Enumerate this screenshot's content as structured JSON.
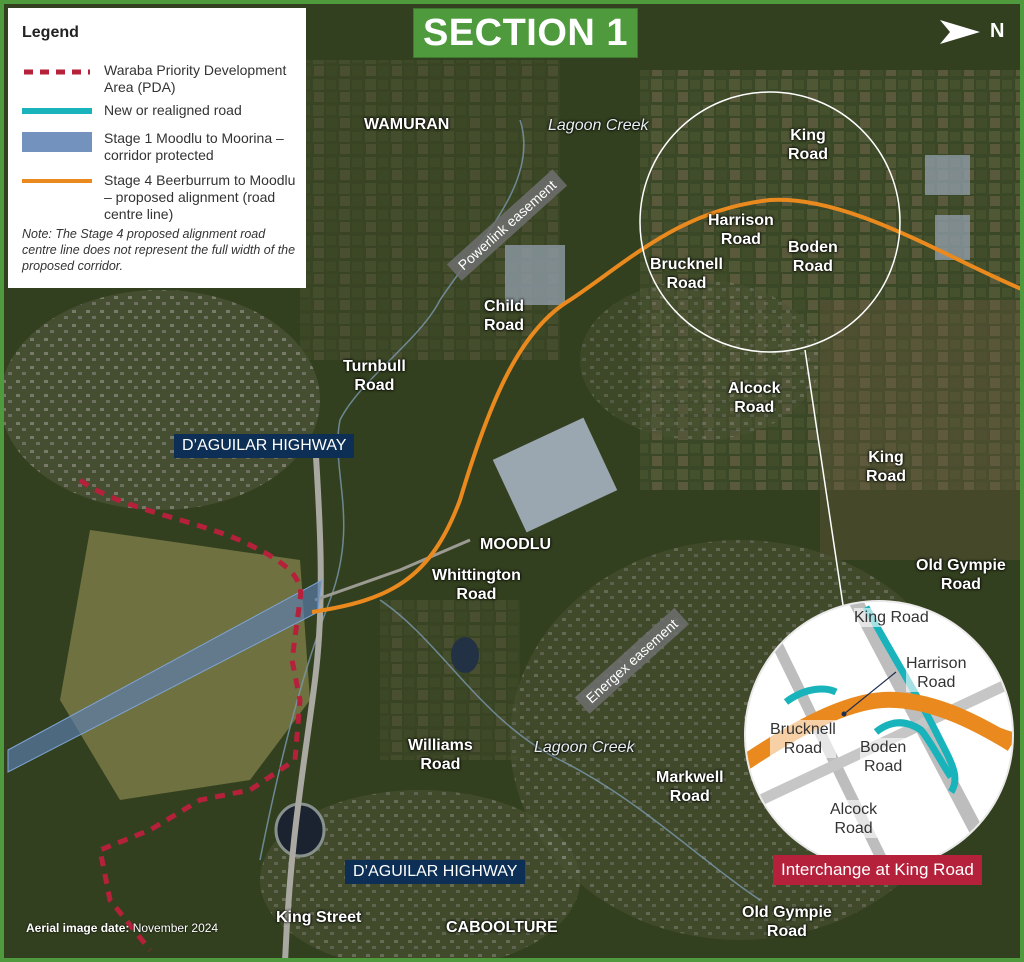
{
  "title": "SECTION 1",
  "north_label": "N",
  "legend": {
    "heading": "Legend",
    "items": [
      {
        "text": "Waraba Priority Development Area (PDA)",
        "symbol": "red-dashed-line-icon",
        "color": "#b5213b"
      },
      {
        "text": "New or realigned road",
        "symbol": "teal-line-icon",
        "color": "#19b3bb"
      },
      {
        "text": "Stage 1 Moodlu to Moorina – corridor protected",
        "symbol": "blue-band-icon",
        "color": "#5b80b3"
      },
      {
        "text": "Stage 4 Beerburrum to Moodlu – proposed alignment (road centre line)",
        "symbol": "orange-line-icon",
        "color": "#ea8a1e"
      }
    ],
    "note": "Note: The Stage 4 proposed alignment road centre line does not represent the full width of the proposed corridor."
  },
  "places": {
    "wamuran": "WAMURAN",
    "lagoon_creek_north": "Lagoon Creek",
    "king_road_north": "King\nRoad",
    "harrison_road": "Harrison\nRoad",
    "boden_road": "Boden\nRoad",
    "brucknell_road": "Brucknell\nRoad",
    "child_road": "Child\nRoad",
    "turnbull_road": "Turnbull\nRoad",
    "alcock_road": "Alcock\nRoad",
    "king_road_east": "King\nRoad",
    "moodlu": "MOODLU",
    "whittington_road": "Whittington\nRoad",
    "old_gympie_road_east": "Old Gympie\nRoad",
    "williams_road": "Williams\nRoad",
    "lagoon_creek_south": "Lagoon Creek",
    "markwell_road": "Markwell\nRoad",
    "king_street": "King Street",
    "caboolture": "CABOOLTURE",
    "old_gympie_road_south": "Old Gympie\nRoad"
  },
  "highways": {
    "north": "D’AGUILAR HIGHWAY",
    "south": "D’AGUILAR HIGHWAY"
  },
  "easements": {
    "powerlink": "Powerlink easement",
    "energex": "Energex easement"
  },
  "inset": {
    "king_road": "King Road",
    "harrison_road": "Harrison\nRoad",
    "brucknell_road": "Brucknell\nRoad",
    "boden_road": "Boden\nRoad",
    "alcock_road": "Alcock\nRoad",
    "caption": "Interchange at King Road"
  },
  "aerial": {
    "label": "Aerial image date:",
    "value": "November 2024"
  },
  "colors": {
    "frame": "#4e9a3c",
    "pda": "#b5213b",
    "new_road": "#19b3bb",
    "stage1": "#5b80b3",
    "stage4": "#ea8a1e",
    "highway_label": "#0d2f55"
  }
}
